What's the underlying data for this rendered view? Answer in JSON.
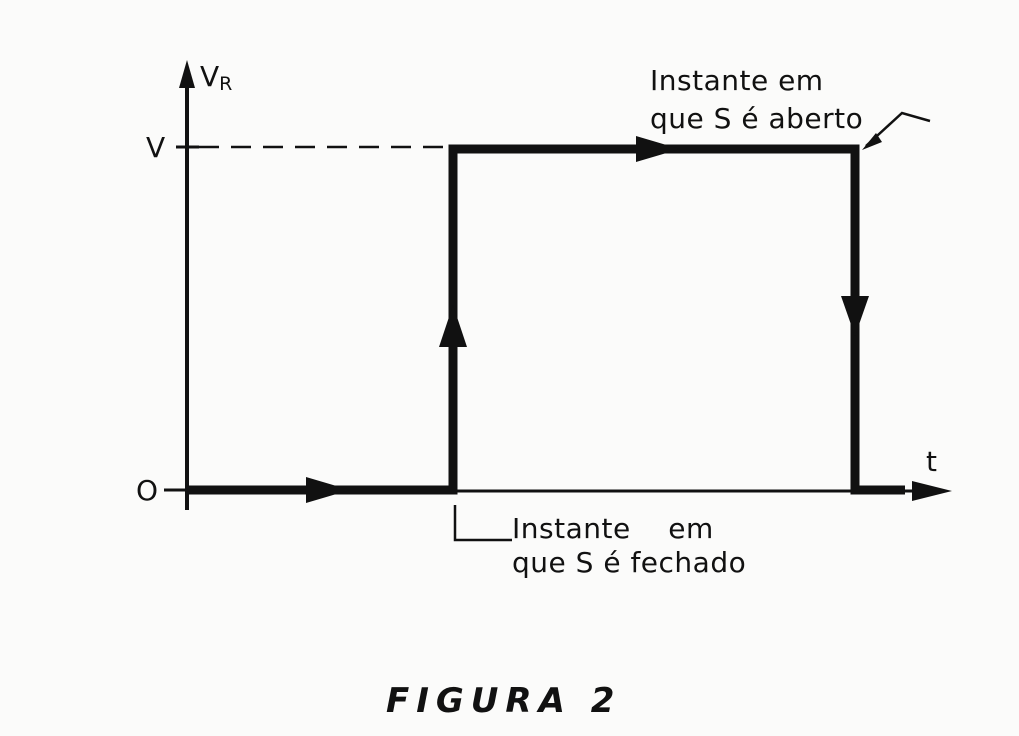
{
  "axes": {
    "y_label_main": "V",
    "y_label_sub": "R",
    "x_label": "t",
    "level_high_label": "V",
    "level_zero_label": "O"
  },
  "annotations": {
    "opened_line1": "Instante em",
    "opened_line2": "que S é aberto",
    "closed_line1": "Instante    em",
    "closed_line2": "que S é fechado"
  },
  "caption": "FIGURA 2",
  "colors": {
    "ink": "#111111",
    "paper": "#fbfbfa"
  }
}
